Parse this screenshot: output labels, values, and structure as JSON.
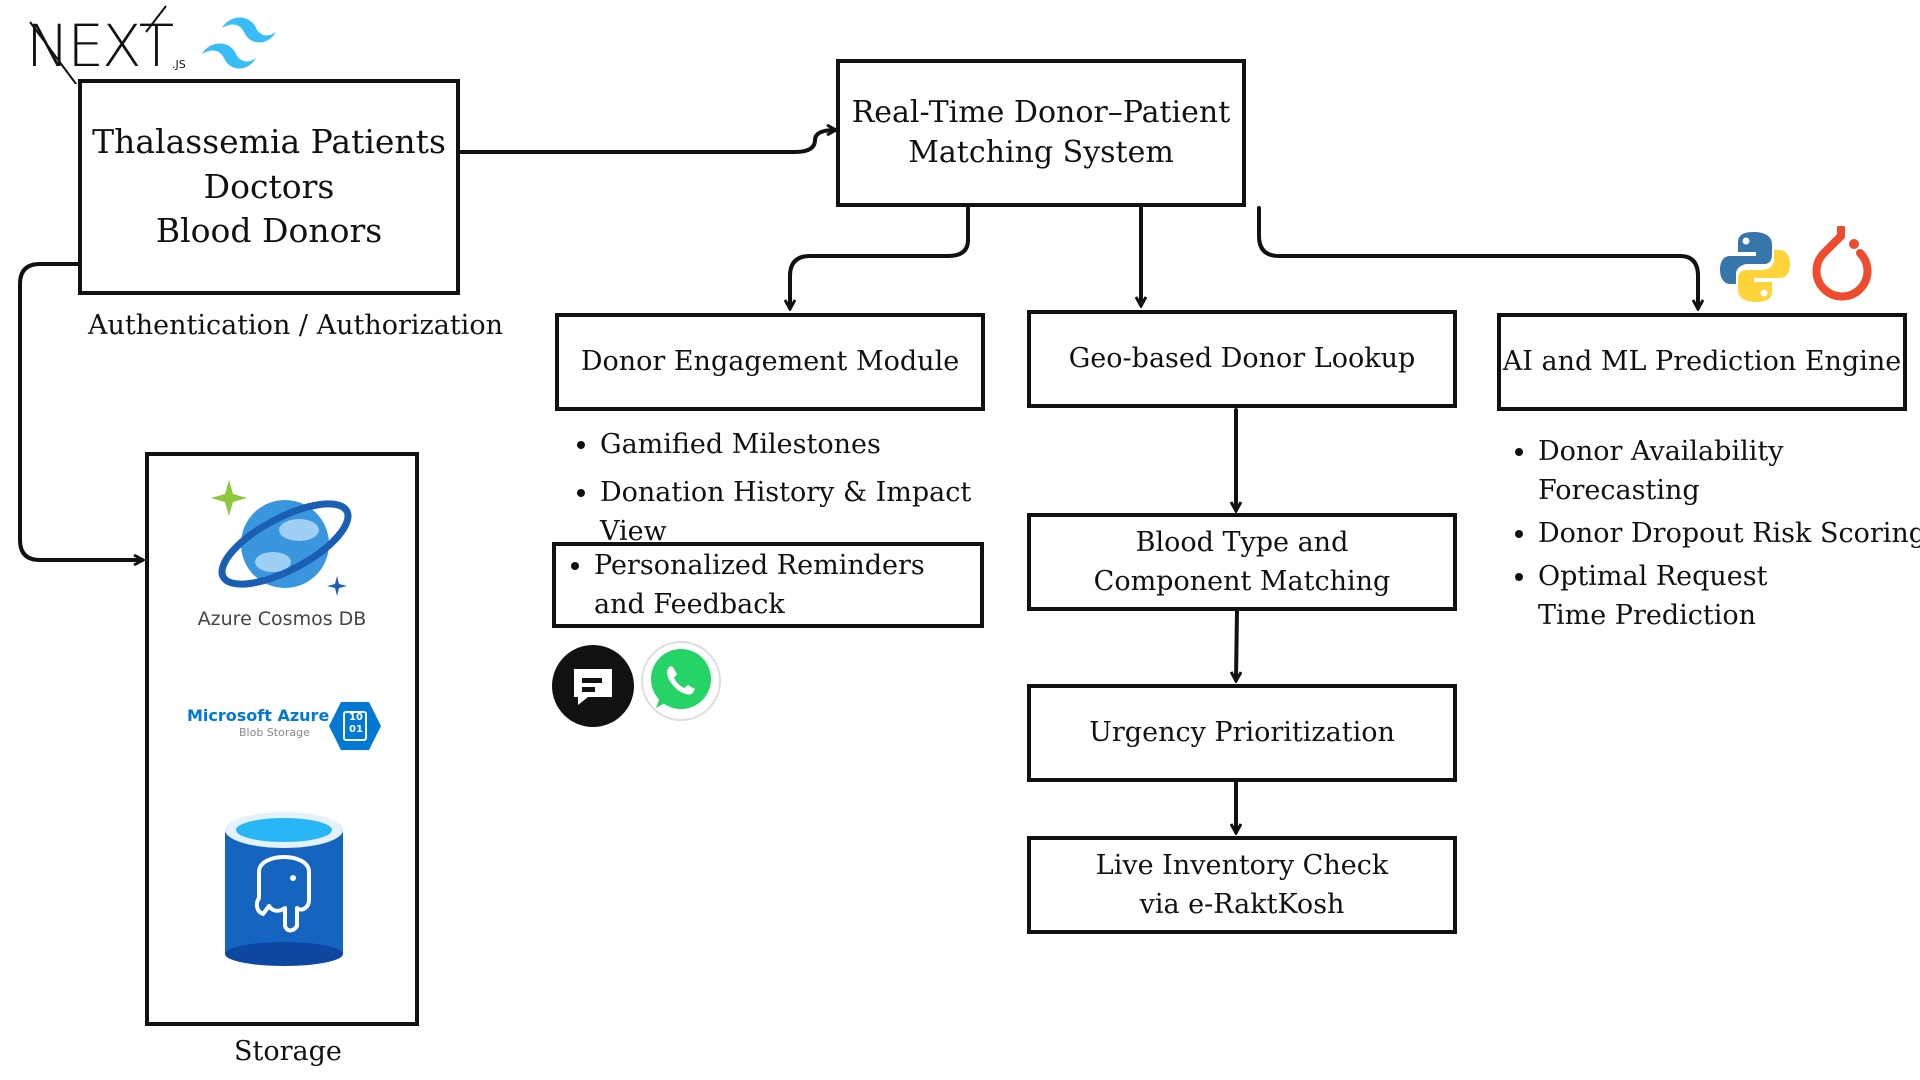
{
  "logos": {
    "nextjs_text": "NEXT",
    "nextjs_suffix": ".JS",
    "cosmos_caption": "Azure Cosmos DB",
    "azure_blob_title": "Microsoft Azure",
    "azure_blob_sub": "Blob Storage",
    "blob_bits_top": "10",
    "blob_bits_bottom": "01"
  },
  "users_box": {
    "line1": "Thalassemia Patients",
    "line2": "Doctors",
    "line3": "Blood Donors"
  },
  "auth_label": "Authentication / Authorization",
  "storage_label": "Storage",
  "core_box": {
    "line1": "Real-Time Donor–Patient",
    "line2": "Matching System"
  },
  "engagement": {
    "title": "Donor Engagement Module",
    "items": [
      "Gamified Milestones",
      "Donation History & Impact View"
    ],
    "boxed_item": "Personalized Reminders and Feedback"
  },
  "geo": {
    "title": "Geo-based Donor Lookup",
    "steps": [
      "Blood Type and Component Matching",
      "Urgency Prioritization",
      "Live Inventory Check via e-RaktKosh"
    ]
  },
  "ai": {
    "title": "AI and ML Prediction Engine",
    "items": [
      "Donor Availability Forecasting",
      "Donor Dropout Risk Scoring",
      "Optimal Request Time Prediction"
    ]
  },
  "icons": [
    "nextjs-logo",
    "tailwind-logo",
    "azure-cosmos-db-logo",
    "azure-blob-storage-logo",
    "postgresql-logo",
    "sms-chat-icon",
    "whatsapp-icon",
    "python-logo",
    "pytorch-logo"
  ],
  "colors": {
    "line": "#111111",
    "cosmos_blue": "#3a96dd",
    "azure_blue": "#0078d4",
    "whatsapp_green": "#25d366",
    "python_blue": "#3776ab",
    "python_yellow": "#ffd43b",
    "pytorch_red": "#ee4c2c",
    "tailwind_cyan": "#38bdf8"
  }
}
